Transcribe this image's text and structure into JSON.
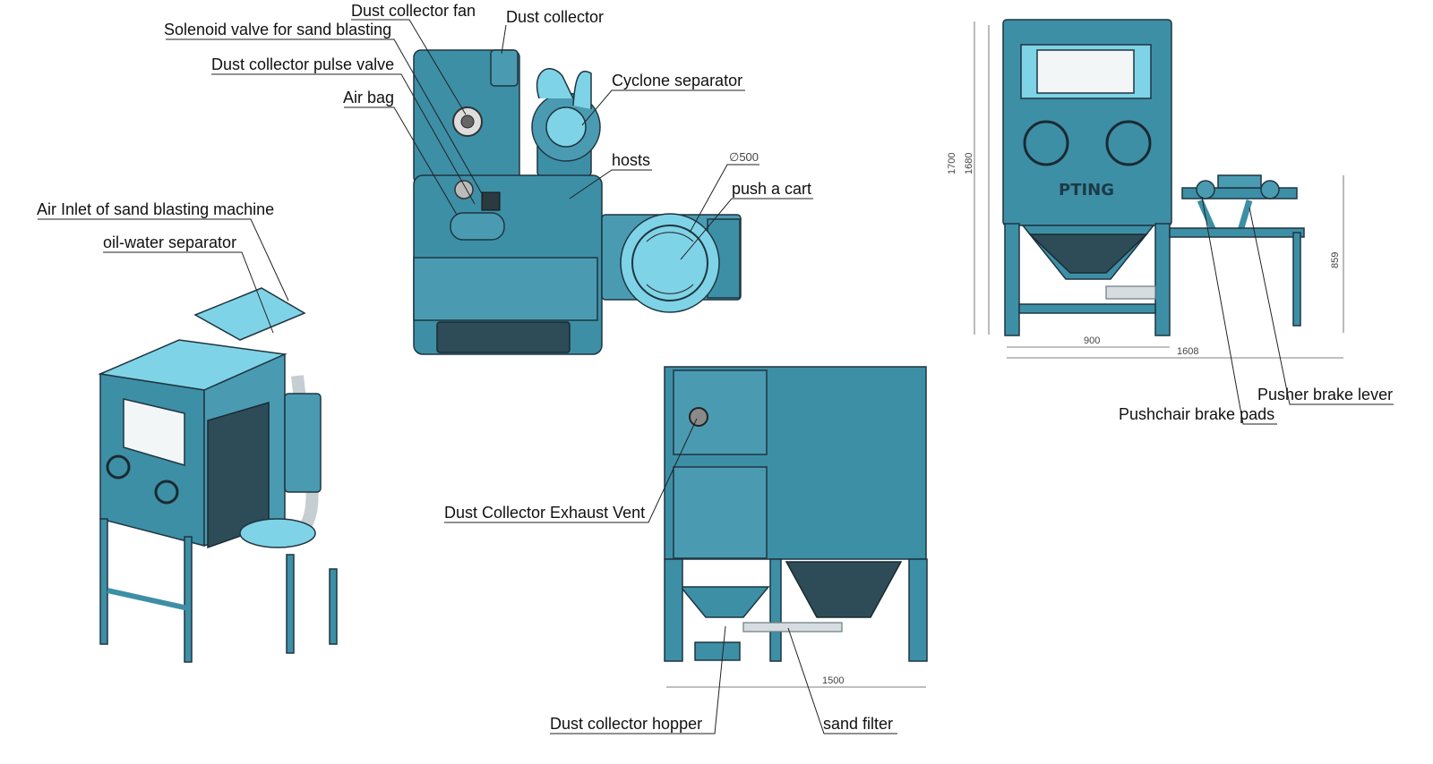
{
  "labels": {
    "dust_collector_fan": "Dust collector fan",
    "dust_collector": "Dust collector",
    "solenoid_valve": "Solenoid valve for sand blasting",
    "pulse_valve": "Dust collector pulse valve",
    "air_bag": "Air bag",
    "cyclone_separator": "Cyclone separator",
    "hosts": "hosts",
    "push_a_cart": "push a cart",
    "air_inlet": "Air Inlet of sand blasting machine",
    "oil_water_separator": "oil-water separator",
    "exhaust_vent": "Dust Collector Exhaust Vent",
    "dust_hopper": "Dust collector hopper",
    "sand_filter": "sand filter",
    "pusher_brake_lever": "Pusher brake lever",
    "brake_pads": "Pushchair brake pads"
  },
  "dimensions": {
    "diameter": "∅500",
    "height_1700": "1700",
    "height_1680": "1680",
    "width_900": "900",
    "width_1608": "1608",
    "height_859": "859",
    "width_1500": "1500"
  },
  "brand": "PTING",
  "colors": {
    "machine": "#3d8fa6",
    "machine_light": "#7fd3e6",
    "machine_dark": "#2d4c58",
    "pipe": "#d6dde0"
  }
}
